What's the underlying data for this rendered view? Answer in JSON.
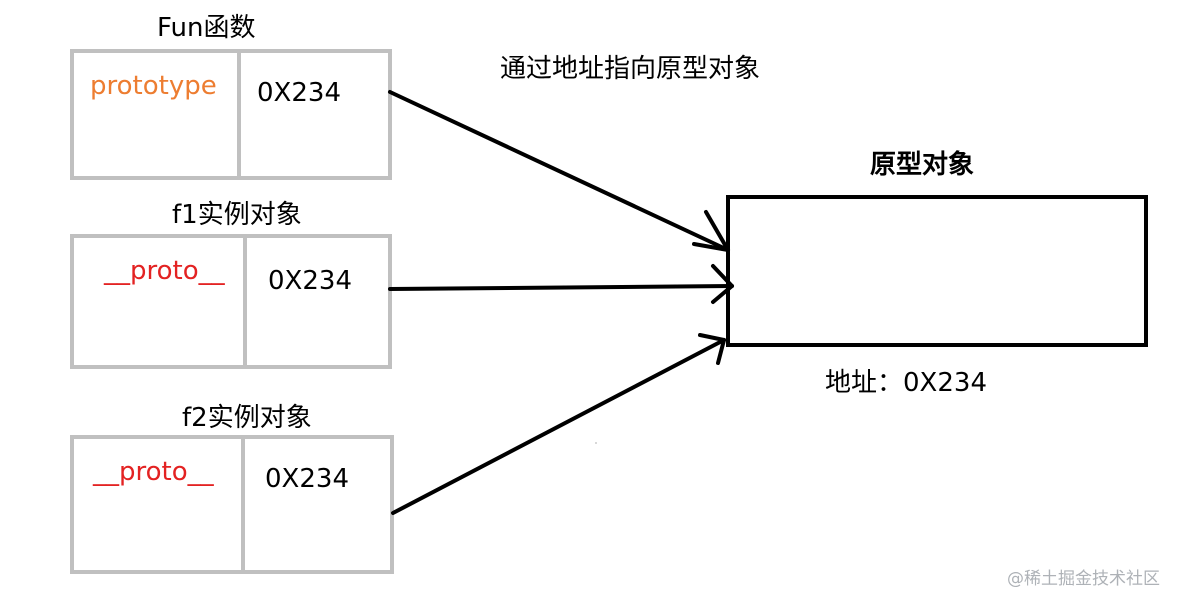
{
  "fun_block": {
    "title": "Fun函数",
    "key_label": "prototype",
    "value": "0X234"
  },
  "f1_block": {
    "title": "f1实例对象",
    "key_label": "__proto__",
    "value": "0X234"
  },
  "f2_block": {
    "title": "f2实例对象",
    "key_label": "__proto__",
    "value": "0X234"
  },
  "arrow_caption": "通过地址指向原型对象",
  "prototype_object": {
    "title": "原型对象",
    "address": "地址：0X234"
  },
  "watermark": "@稀土掘金技术社区",
  "colors": {
    "box_border": "#c0c0c0",
    "prototype_label": "#ed7d31",
    "proto_label": "#e32222",
    "arrow": "#000000"
  }
}
